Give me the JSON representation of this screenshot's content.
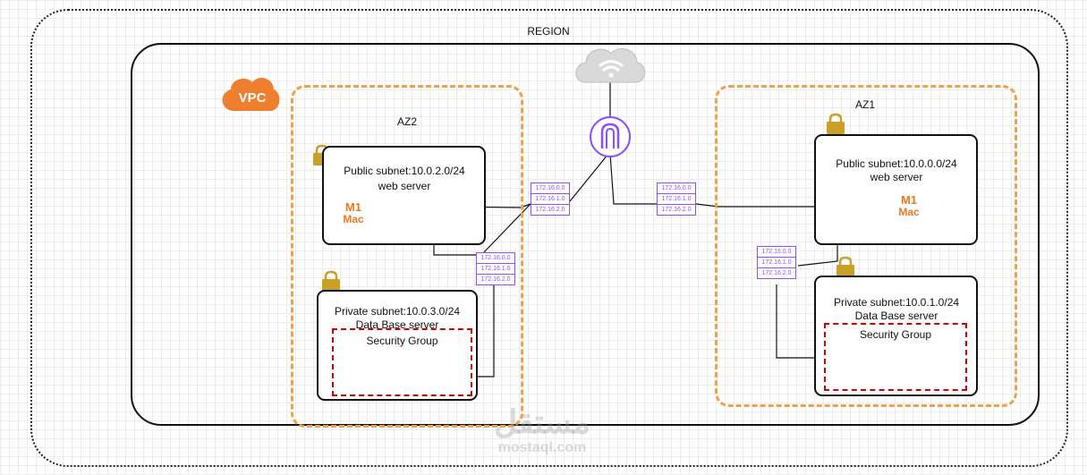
{
  "labels": {
    "region": "REGION",
    "vpc": "VPC",
    "az2": "AZ2",
    "az1": "AZ1",
    "az2_public_subnet": "Public subnet:10.0.2.0/24",
    "az2_web_server": "web server",
    "az2_private_subnet": "Private subnet:10.0.3.0/24",
    "az2_db_server": "Data Base server",
    "az2_security_group": "Security Group",
    "az1_public_subnet": "Public subnet:10.0.0.0/24",
    "az1_web_server": "web server",
    "az1_private_subnet": "Private subnet:10.0.1.0/24",
    "az1_db_server": "Data Base server",
    "az1_security_group": "Security Group",
    "chip_line1": "M1",
    "chip_line2": "Mac"
  },
  "route_tables": {
    "rows": [
      "172.16.0.0",
      "172.16.1.0",
      "172.16.2.0"
    ]
  },
  "watermark": {
    "brand": "مستقل",
    "site": "mostaql.com"
  },
  "colors": {
    "az_border": "#f0a04b",
    "vpc_badge": "#ef7e2f",
    "security_group": "#d60000",
    "network": "#8c4fff",
    "compute": "#e8791f",
    "elb": "#3b73d6",
    "lock": "#c9a028"
  },
  "icons": [
    "cloud-internet-icon",
    "internet-gateway-icon",
    "lock-icon",
    "m1-mac-chip-icon",
    "load-balancer-icon",
    "database-icon",
    "network-interface-icon",
    "route-table-icon"
  ]
}
